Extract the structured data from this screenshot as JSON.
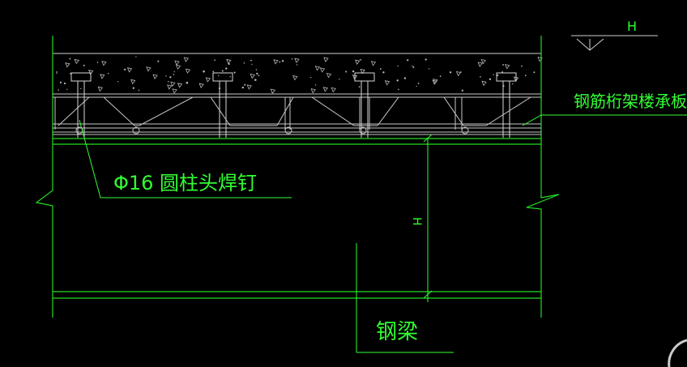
{
  "colors": {
    "background": "#000000",
    "outline": "#22dd22",
    "leader": "#33ff33",
    "label": "#33ff33",
    "rebar": "#c8c8c8",
    "stud": "#d8d8d8",
    "aggregate": "#b8b8b8",
    "corner": "#cccccc"
  },
  "labels": {
    "level_symbol": "H",
    "deck": "钢筋桁架楼承板",
    "stud": "Φ16 圆柱头焊钉",
    "height": "H",
    "beam": "钢梁"
  },
  "icons": {
    "level_marker": "elevation-triangle-icon",
    "break_mark": "break-line-icon"
  }
}
